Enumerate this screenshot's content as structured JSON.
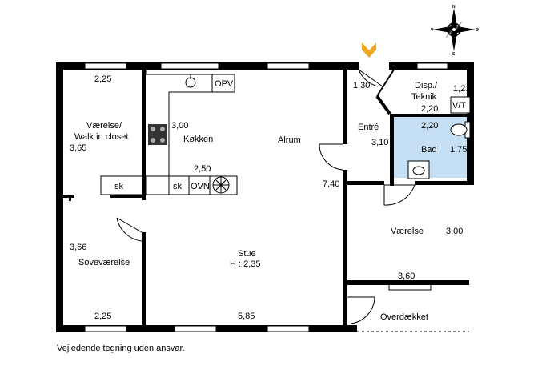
{
  "compass": {
    "n": "N",
    "s": "S",
    "e": "Ø",
    "w": "V"
  },
  "rooms": {
    "bedroom_closet": {
      "name1": "Værelse/",
      "name2": "Walk in closet",
      "dim_top": "2,25",
      "dim_side": "3,65"
    },
    "kitchen": {
      "name": "Køkken",
      "dim_side": "3,00",
      "dim_bottom": "2,50",
      "opv": "OPV",
      "sk1": "sk",
      "sk2": "sk",
      "ovn": "OVN"
    },
    "alrum": {
      "name": "Alrum"
    },
    "entry": {
      "name": "Entré",
      "dim_top": "1,30",
      "dim_side": "3,10"
    },
    "disp": {
      "name1": "Disp./",
      "name2": "Teknik",
      "dim_side": "1,21",
      "dim_bottom": "2,20",
      "vt": "V/T"
    },
    "bath": {
      "name": "Bad",
      "dim_top": "2,20",
      "dim_side": "1,75"
    },
    "stue": {
      "name": "Stue",
      "height": "H : 2,35",
      "dim_side": "7,40",
      "dim_bottom": "5,85"
    },
    "sovevaerelse": {
      "name": "Soveværelse",
      "dim_side": "3,66",
      "dim_bottom": "2,25"
    },
    "vaerelse": {
      "name": "Værelse",
      "dim_side": "3,00",
      "dim_bottom": "3,60"
    },
    "overdaekket": {
      "name": "Overdækket"
    }
  },
  "colors": {
    "wall": "#000000",
    "bath_fill": "#c5dff5",
    "entry_marker": "#f0a820"
  },
  "disclaimer": "Vejledende tegning uden ansvar."
}
